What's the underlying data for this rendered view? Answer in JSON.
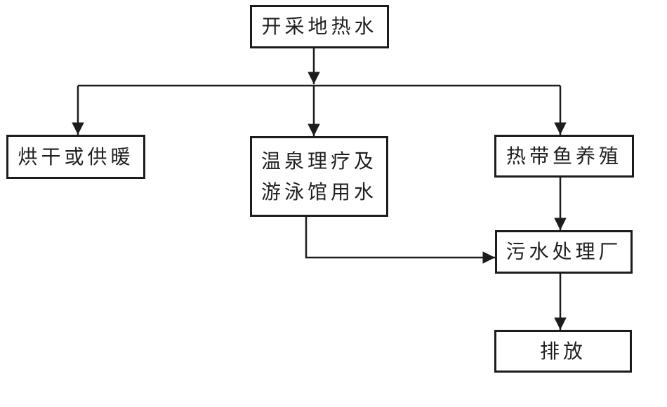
{
  "diagram": {
    "type": "flowchart",
    "nodes": {
      "source": {
        "label": "开采地热水"
      },
      "drying": {
        "label": "烘干或供暖"
      },
      "spa": {
        "lines": [
          "温泉理疗及",
          "游泳馆用水"
        ]
      },
      "fish": {
        "label": "热带鱼养殖"
      },
      "sewage": {
        "label": "污水处理厂"
      },
      "discharge": {
        "label": "排放"
      }
    },
    "edges": [
      {
        "from": "开采地热水",
        "to": "烘干或供暖"
      },
      {
        "from": "开采地热水",
        "to": "温泉理疗及游泳馆用水"
      },
      {
        "from": "开采地热水",
        "to": "热带鱼养殖"
      },
      {
        "from": "热带鱼养殖",
        "to": "污水处理厂"
      },
      {
        "from": "温泉理疗及游泳馆用水",
        "to": "污水处理厂"
      },
      {
        "from": "污水处理厂",
        "to": "排放"
      }
    ],
    "colors": {
      "line": "#1c1c1c",
      "border": "#1c1c1c",
      "text": "#1f1f1f",
      "background": "#ffffff"
    }
  }
}
